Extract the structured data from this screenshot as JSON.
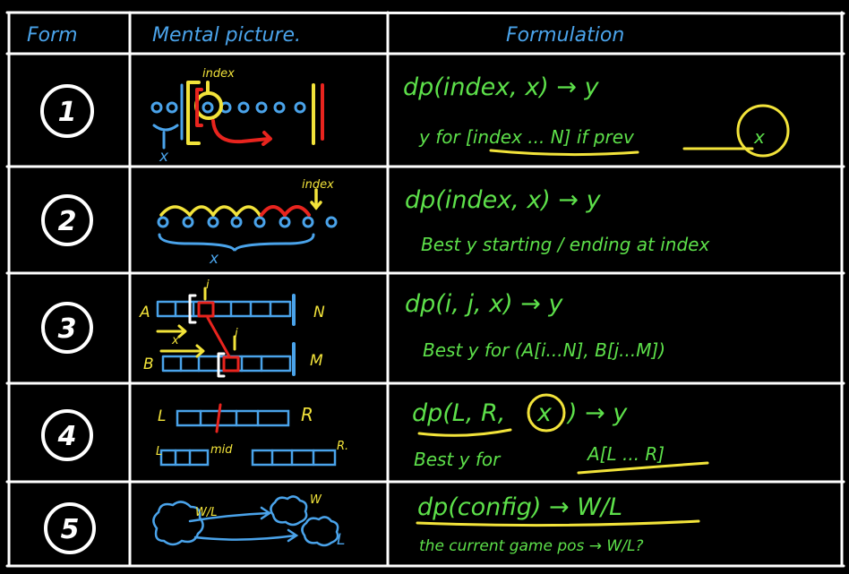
{
  "headers": {
    "form": "Form",
    "mental_picture": "Mental picture.",
    "formulation": "Formulation"
  },
  "rows": [
    {
      "num": "1",
      "picture": {
        "index": "index",
        "x": "x"
      },
      "formula": "dp(index, x) → y",
      "desc": "y for [index ... N] if prev",
      "circled": "x"
    },
    {
      "num": "2",
      "picture": {
        "index": "index",
        "x": "x"
      },
      "formula": "dp(index, x) → y",
      "desc": "Best y starting / ending at index"
    },
    {
      "num": "3",
      "picture": {
        "a": "A",
        "b": "B",
        "n": "N",
        "m": "M",
        "i": "i",
        "j": "j",
        "x": "x"
      },
      "formula": "dp(i, j, x) → y",
      "desc": "Best y for (A[i...N], B[j...M])"
    },
    {
      "num": "4",
      "picture": {
        "l": "L",
        "r": "R",
        "mid": "mid",
        "l2": "L",
        "r2": "R."
      },
      "formula_pre": "dp(L, R,",
      "circled": "x",
      "formula_post": ") → y",
      "desc_pre": "Best y for",
      "desc_hl": "A[L ... R]"
    },
    {
      "num": "5",
      "picture": {
        "wl": "W/L",
        "w": "W",
        "l": "L"
      },
      "formula": "dp(config) → W/L",
      "desc": "the current game pos → W/L?"
    }
  ],
  "colors": {
    "background": "#000000",
    "grid": "#ffffff",
    "header": "#4aa3ea",
    "formula": "#5de04a",
    "yellow": "#f2e33a",
    "red": "#e8241e",
    "blue": "#4aa3ea"
  }
}
